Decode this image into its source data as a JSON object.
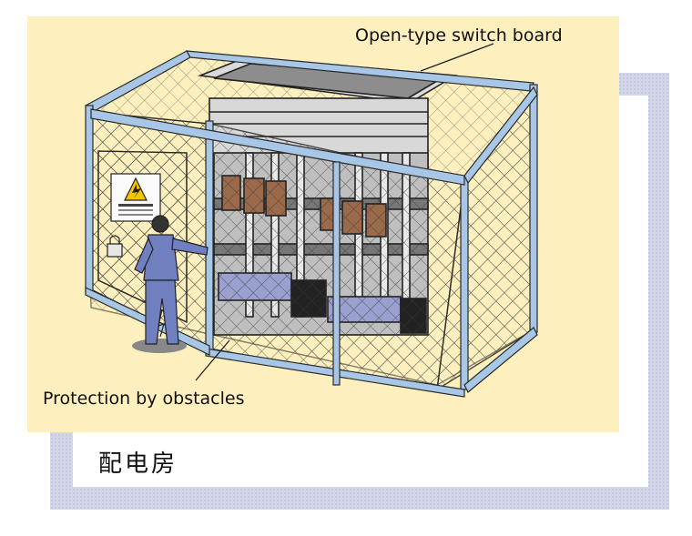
{
  "labels": {
    "switchboard": "Open-type switch board",
    "protection": "Protection by obstacles"
  },
  "caption": "配电房",
  "icons": [
    "high-voltage-warning-sign",
    "worker-figure"
  ],
  "colors": {
    "background": "#fdf0be",
    "frame": "#d4d7ea",
    "cage": "#a8c6e6",
    "mesh": "#3a3a3a",
    "switchboard": "#c9c9c9",
    "breakers": "#9a6a4a",
    "worker": "#6f7fc0"
  }
}
